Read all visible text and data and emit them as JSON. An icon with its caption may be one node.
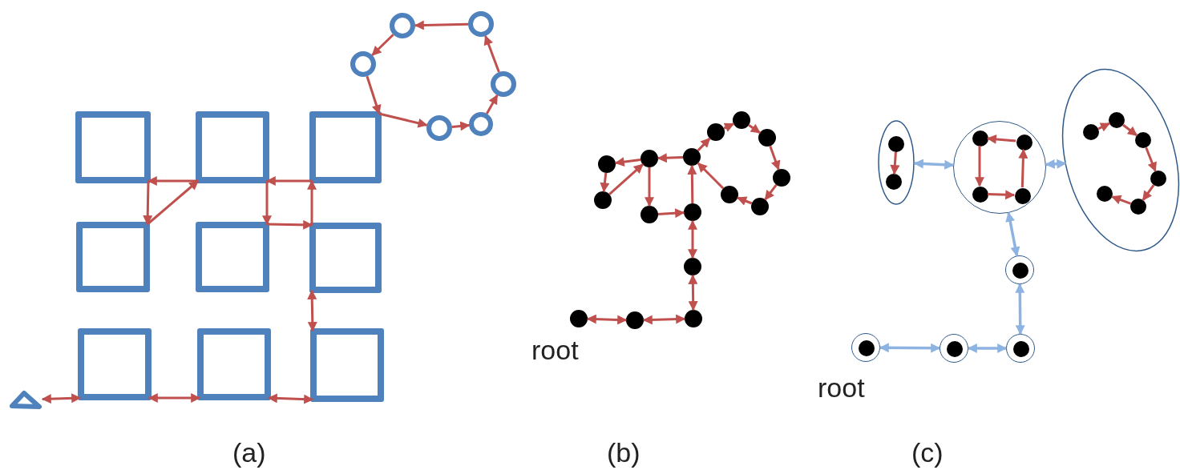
{
  "diagram": {
    "nodes": [
      {
        "text": [],
        "shape": "circle"
      },
      {
        "text": [],
        "shape": "circle"
      },
      {
        "text": [],
        "shape": "circle"
      },
      {
        "text": [],
        "shape": "circle"
      },
      {
        "text": [],
        "shape": "box"
      },
      {
        "text": [],
        "shape": "box"
      },
      {
        "text": [],
        "shape": "box"
      },
      {
        "text": [],
        "shape": "circle"
      },
      {
        "text": [],
        "shape": "circle"
      },
      {
        "text": [],
        "shape": "box"
      },
      {
        "text": [],
        "shape": "box"
      },
      {
        "text": [],
        "shape": "box"
      },
      {
        "text": [],
        "shape": "box"
      },
      {
        "text": [],
        "shape": "box"
      },
      {
        "text": [],
        "shape": "box"
      },
      {
        "text": [],
        "shape": "triangle"
      },
      {
        "text": [],
        "shape": "circle"
      },
      {
        "text": [],
        "shape": "circle"
      },
      {
        "text": [],
        "shape": "circle"
      },
      {
        "text": [],
        "shape": "circle"
      },
      {
        "text": [],
        "shape": "circle"
      },
      {
        "text": [],
        "shape": "circle"
      },
      {
        "text": [],
        "shape": "circle"
      },
      {
        "text": [],
        "shape": "circle"
      },
      {
        "text": [],
        "shape": "circle"
      },
      {
        "text": [],
        "shape": "circle"
      },
      {
        "text": [],
        "shape": "circle"
      },
      {
        "text": [],
        "shape": "circle"
      },
      {
        "text": [],
        "shape": "circle"
      },
      {
        "text": [],
        "shape": "circle",
        "beside": [
          "root"
        ]
      },
      {
        "text": [],
        "shape": "circle"
      },
      {
        "text": [],
        "shape": "circle"
      },
      {
        "text": [],
        "shape": "ellipse"
      },
      {
        "text": [],
        "shape": "circle",
        "in": 32
      },
      {
        "text": [],
        "shape": "circle",
        "in": 32
      },
      {
        "text": [],
        "shape": "circle"
      },
      {
        "text": [],
        "shape": "circle",
        "in": 35
      },
      {
        "text": [],
        "shape": "circle",
        "in": 35
      },
      {
        "text": [],
        "shape": "circle",
        "in": 35
      },
      {
        "text": [],
        "shape": "circle",
        "in": 35
      },
      {
        "text": [],
        "shape": "ellipse"
      },
      {
        "text": [],
        "shape": "circle",
        "in": 40
      },
      {
        "text": [],
        "shape": "circle",
        "in": 40
      },
      {
        "text": [],
        "shape": "circle",
        "in": 40
      },
      {
        "text": [],
        "shape": "circle",
        "in": 40
      },
      {
        "text": [],
        "shape": "circle",
        "in": 40
      },
      {
        "text": [],
        "shape": "circle",
        "in": 40
      },
      {
        "text": [],
        "shape": "circle"
      },
      {
        "text": [],
        "shape": "circle",
        "in": 47
      },
      {
        "text": [],
        "shape": "circle",
        "beside": [
          "root"
        ]
      },
      {
        "text": [],
        "shape": "circle",
        "in": 49
      },
      {
        "text": [],
        "shape": "circle"
      },
      {
        "text": [],
        "shape": "circle",
        "in": 51
      },
      {
        "text": [],
        "shape": "circle"
      },
      {
        "text": [],
        "shape": "circle",
        "in": 53
      }
    ],
    "edges": [
      {
        "from": 15,
        "to": 12,
        "arrow": "both"
      },
      {
        "from": 12,
        "to": 13,
        "arrow": "both"
      },
      {
        "from": 13,
        "to": 14,
        "arrow": "both"
      },
      {
        "from": 14,
        "to": 11,
        "arrow": "both"
      },
      {
        "from": 11,
        "to": 6,
        "arrow": "to"
      },
      {
        "from": 6,
        "to": 5,
        "arrow": "to"
      },
      {
        "from": 5,
        "to": 10,
        "arrow": "to"
      },
      {
        "from": 10,
        "to": 11,
        "arrow": "to"
      },
      {
        "from": 5,
        "to": 4,
        "arrow": "to"
      },
      {
        "from": 4,
        "to": 9,
        "arrow": "to"
      },
      {
        "from": 9,
        "to": 5,
        "arrow": "to"
      },
      {
        "from": 2,
        "to": 6,
        "arrow": "to"
      },
      {
        "from": 6,
        "to": 7,
        "arrow": "to"
      },
      {
        "from": 7,
        "to": 8,
        "arrow": "to"
      },
      {
        "from": 8,
        "to": 3,
        "arrow": "to"
      },
      {
        "from": 3,
        "to": 1,
        "arrow": "to"
      },
      {
        "from": 1,
        "to": 0,
        "arrow": "to"
      },
      {
        "from": 0,
        "to": 2,
        "arrow": "to"
      },
      {
        "from": 29,
        "to": 30,
        "arrow": "both"
      },
      {
        "from": 30,
        "to": 31,
        "arrow": "both"
      },
      {
        "from": 31,
        "to": 28,
        "arrow": "both"
      },
      {
        "from": 28,
        "to": 27,
        "arrow": "both"
      },
      {
        "from": 27,
        "to": 21,
        "arrow": "to"
      },
      {
        "from": 21,
        "to": 20,
        "arrow": "to"
      },
      {
        "from": 20,
        "to": 26,
        "arrow": "to"
      },
      {
        "from": 26,
        "to": 27,
        "arrow": "to"
      },
      {
        "from": 20,
        "to": 19,
        "arrow": "to"
      },
      {
        "from": 19,
        "to": 24,
        "arrow": "to"
      },
      {
        "from": 24,
        "to": 20,
        "arrow": "to"
      },
      {
        "from": 21,
        "to": 17,
        "arrow": "to"
      },
      {
        "from": 17,
        "to": 16,
        "arrow": "to"
      },
      {
        "from": 16,
        "to": 18,
        "arrow": "to"
      },
      {
        "from": 18,
        "to": 22,
        "arrow": "to"
      },
      {
        "from": 22,
        "to": 25,
        "arrow": "to"
      },
      {
        "from": 25,
        "to": 23,
        "arrow": "to"
      },
      {
        "from": 23,
        "to": 21,
        "arrow": "to"
      },
      {
        "from": 33,
        "to": 34,
        "arrow": "to"
      },
      {
        "from": 37,
        "to": 36,
        "arrow": "to"
      },
      {
        "from": 36,
        "to": 38,
        "arrow": "to"
      },
      {
        "from": 38,
        "to": 39,
        "arrow": "to"
      },
      {
        "from": 39,
        "to": 37,
        "arrow": "to"
      },
      {
        "from": 41,
        "to": 42,
        "arrow": "to"
      },
      {
        "from": 42,
        "to": 43,
        "arrow": "to"
      },
      {
        "from": 43,
        "to": 44,
        "arrow": "to"
      },
      {
        "from": 44,
        "to": 45,
        "arrow": "to"
      },
      {
        "from": 45,
        "to": 46,
        "arrow": "to"
      },
      {
        "from": 32,
        "to": 35,
        "arrow": "both",
        "color": "#8db3e2"
      },
      {
        "from": 35,
        "to": 40,
        "arrow": "both",
        "color": "#8db3e2"
      },
      {
        "from": 35,
        "to": 47,
        "arrow": "both",
        "color": "#8db3e2"
      },
      {
        "from": 47,
        "to": 53,
        "arrow": "both",
        "color": "#8db3e2"
      },
      {
        "from": 53,
        "to": 51,
        "arrow": "both",
        "color": "#8db3e2"
      },
      {
        "from": 51,
        "to": 49,
        "arrow": "both",
        "color": "#8db3e2"
      }
    ],
    "labels": [
      "(a)",
      "(b)",
      "(c)"
    ]
  }
}
